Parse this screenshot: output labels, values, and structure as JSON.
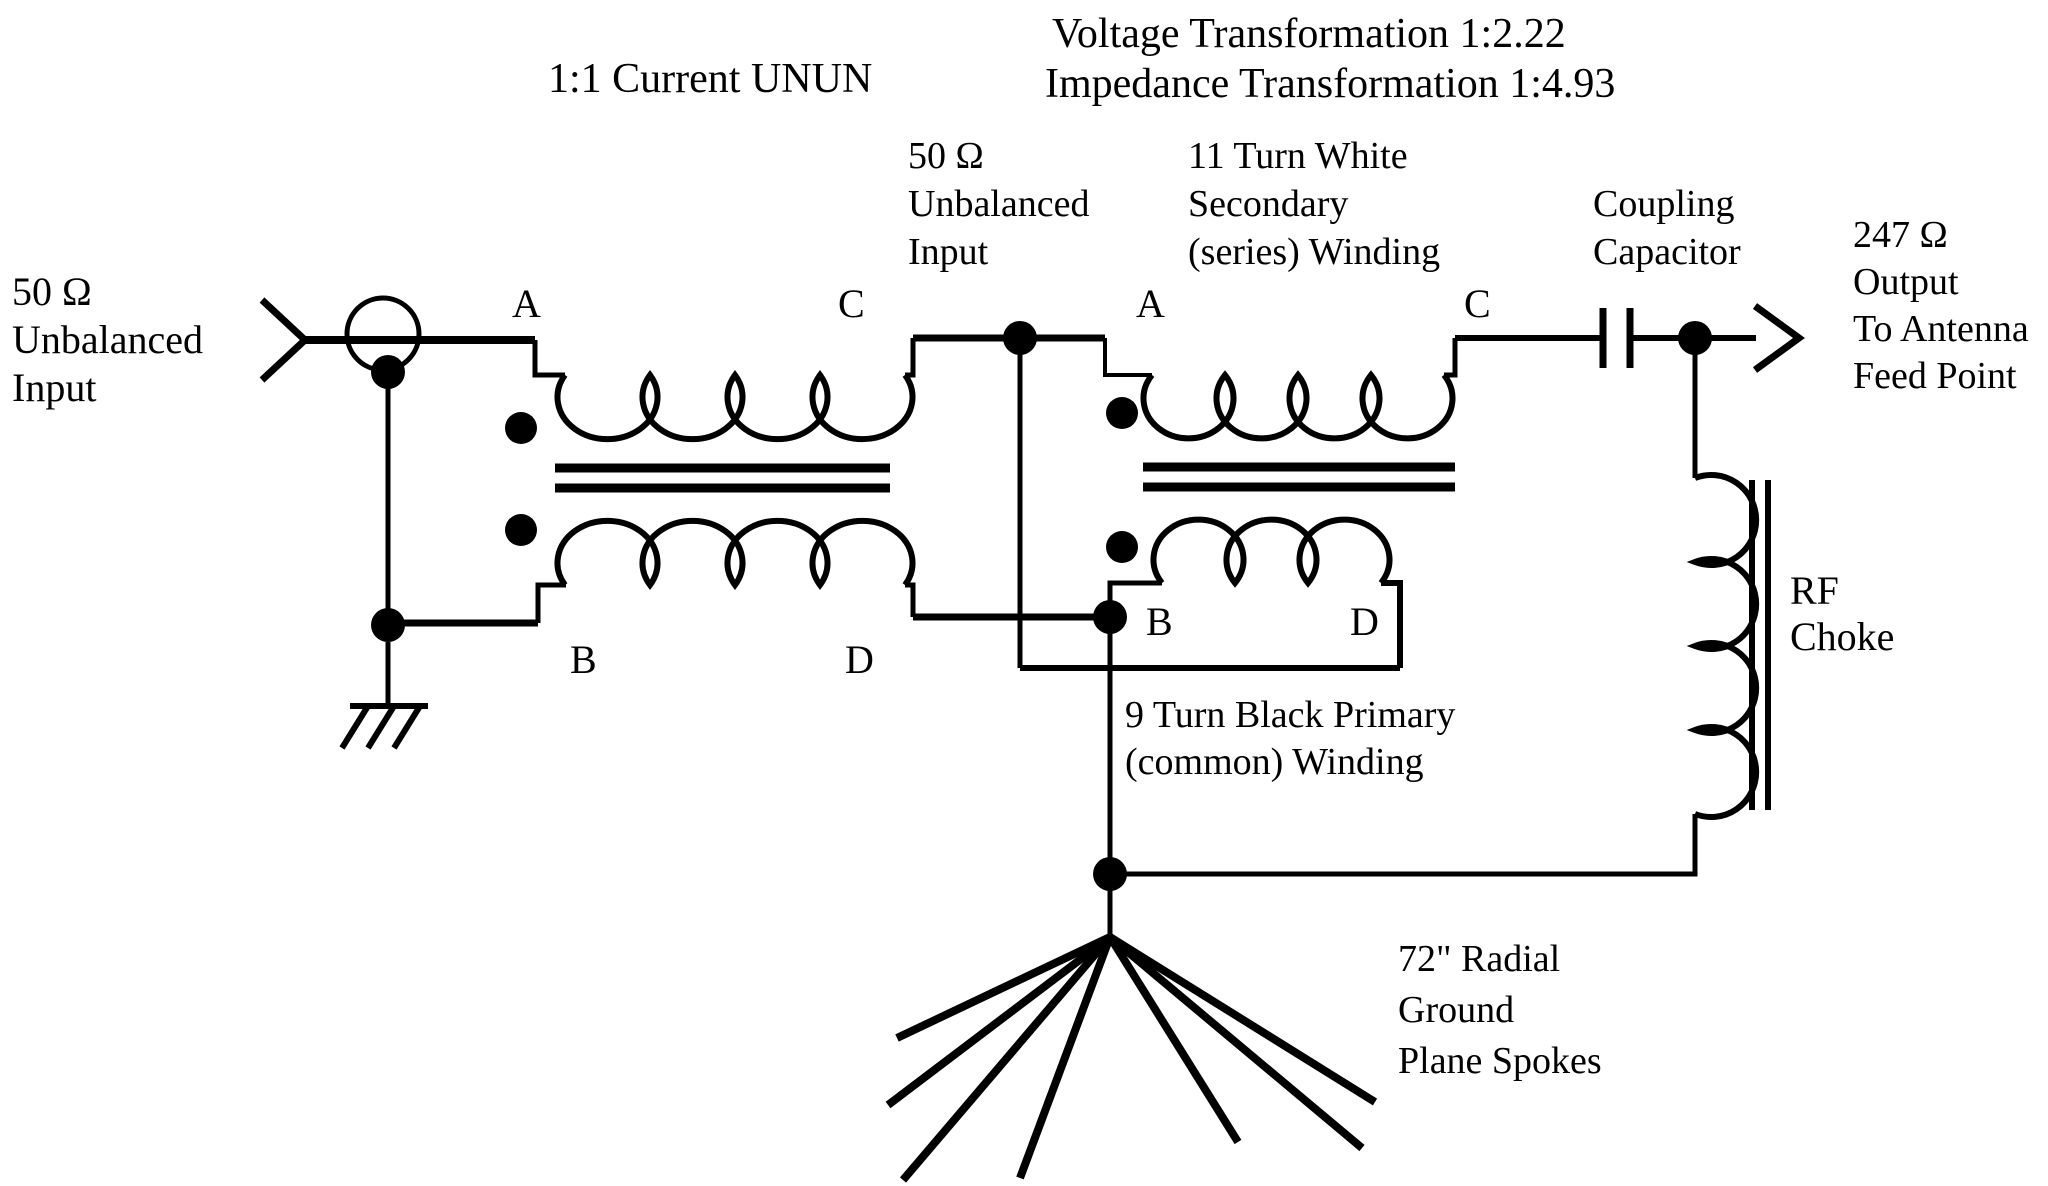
{
  "colors": {
    "ink": "#000000",
    "background": "#ffffff"
  },
  "labels": {
    "unun_title": "1:1 Current UNUN",
    "voltage_transformation": "Voltage Transformation 1:2.22",
    "impedance_transformation": "Impedance Transformation 1:4.93",
    "source_input": {
      "lines": [
        "50 Ω",
        "Unbalanced",
        "Input"
      ]
    },
    "mid_input": {
      "lines": [
        "50 Ω",
        "Unbalanced",
        "Input"
      ]
    },
    "secondary_winding": {
      "lines": [
        "11 Turn White",
        "Secondary",
        "(series) Winding"
      ]
    },
    "coupling_capacitor": {
      "lines": [
        "Coupling",
        "Capacitor"
      ]
    },
    "output": {
      "lines": [
        "247 Ω",
        "Output",
        "To Antenna",
        "Feed Point"
      ]
    },
    "rf_choke": {
      "lines": [
        "RF",
        "Choke"
      ]
    },
    "primary_winding": {
      "lines": [
        "9 Turn Black Primary",
        "(common) Winding"
      ]
    },
    "radials": {
      "lines": [
        "72\" Radial",
        "Ground",
        "Plane Spokes"
      ]
    },
    "terminals": {
      "a": "A",
      "b": "B",
      "c": "C",
      "d": "D"
    }
  }
}
